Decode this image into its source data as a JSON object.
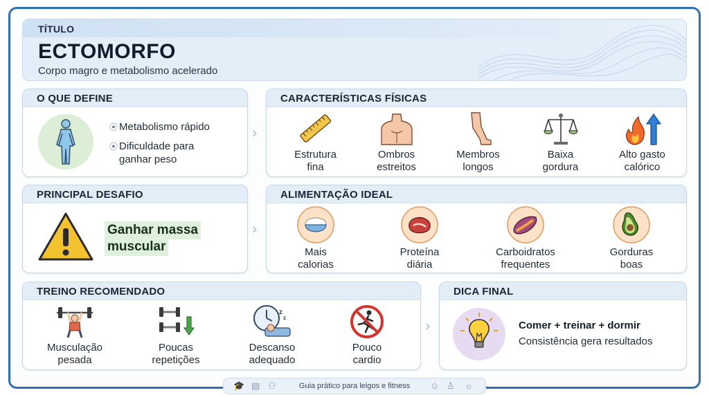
{
  "header": {
    "label": "TÍTULO",
    "title": "ECTOMORFO",
    "subtitle": "Corpo magro e metabolismo acelerado"
  },
  "define": {
    "heading": "O QUE DEFINE",
    "bullets": [
      "Metabolismo rápido",
      "Dificuldade para",
      "ganhar peso"
    ],
    "icon": "body-figure-icon"
  },
  "physical": {
    "heading": "CARACTERÍSTICAS FÍSICAS",
    "items": [
      {
        "line1": "Estrutura",
        "line2": "fina",
        "icon": "ruler-icon"
      },
      {
        "line1": "Ombros",
        "line2": "estreitos",
        "icon": "torso-icon"
      },
      {
        "line1": "Membros",
        "line2": "longos",
        "icon": "leg-icon"
      },
      {
        "line1": "Baixa",
        "line2": "gordura",
        "icon": "scale-icon"
      },
      {
        "line1": "Alto gasto",
        "line2": "calórico",
        "icon": "fire-arrow-icon"
      }
    ]
  },
  "challenge": {
    "heading": "PRINCIPAL DESAFIO",
    "line1": "Ganhar massa",
    "line2": "muscular",
    "icon": "warning-icon"
  },
  "food": {
    "heading": "ALIMENTAÇÃO IDEAL",
    "items": [
      {
        "line1": "Mais",
        "line2": "calorias",
        "icon": "rice-bowl-icon"
      },
      {
        "line1": "Proteína",
        "line2": "diária",
        "icon": "steak-icon"
      },
      {
        "line1": "Carboidratos",
        "line2": "frequentes",
        "icon": "sweet-potato-icon"
      },
      {
        "line1": "Gorduras",
        "line2": "boas",
        "icon": "avocado-icon"
      }
    ]
  },
  "training": {
    "heading": "TREINO RECOMENDADO",
    "items": [
      {
        "line1": "Musculação",
        "line2": "pesada",
        "icon": "weightlifter-icon"
      },
      {
        "line1": "Poucas",
        "line2": "repetições",
        "icon": "dumbbells-icon"
      },
      {
        "line1": "Descanso",
        "line2": "adequado",
        "icon": "sleep-clock-icon"
      },
      {
        "line1": "Pouco",
        "line2": "cardio",
        "icon": "no-running-icon"
      }
    ]
  },
  "tip": {
    "heading": "DICA FINAL",
    "line1": "Comer + treinar + dormir",
    "line2": "Consistência gera resultados",
    "icon": "lightbulb-icon"
  },
  "footer": {
    "text": "Guia prático para leigos e fitness"
  },
  "colors": {
    "frame": "#2f6fb3",
    "panel_head": "#e3edf7",
    "highlight": "#dff0dc",
    "warning": "#f2c230"
  }
}
